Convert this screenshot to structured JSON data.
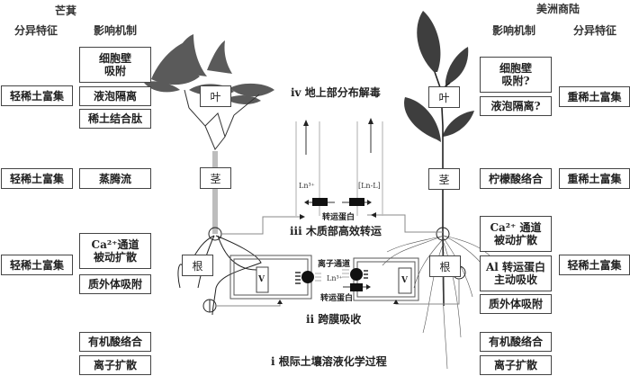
{
  "left_plant": {
    "title": "芒萁",
    "col_feature_header": "分异特征",
    "col_mechanism_header": "影响机制",
    "features": [
      "轻稀土富集",
      "轻稀土富集",
      "轻稀土富集"
    ],
    "mechanisms": {
      "leaf": [
        "细胞壁\n吸附",
        "液泡隔离",
        "稀土结合肽"
      ],
      "stem": [
        "蒸腾流"
      ],
      "root": [
        "Ca²⁺通道\n被动扩散",
        "质外体吸附"
      ],
      "soil": [
        "有机酸络合",
        "离子扩散"
      ]
    },
    "organs": {
      "leaf": "叶",
      "stem": "茎",
      "root": "根"
    }
  },
  "right_plant": {
    "title": "美洲商陆",
    "col_feature_header": "分异特征",
    "col_mechanism_header": "影响机制",
    "features": [
      "重稀土富集",
      "重稀土富集",
      "轻稀土富集"
    ],
    "mechanisms": {
      "leaf": [
        "细胞壁\n吸附?",
        "液泡隔离?"
      ],
      "stem": [
        "柠檬酸络合"
      ],
      "root": [
        "Ca²⁺ 通道\n被动扩散",
        "Al 转运蛋白\n主动吸收",
        "质外体吸附"
      ],
      "soil": [
        "有机酸络合",
        "离子扩散"
      ]
    },
    "organs": {
      "leaf": "叶",
      "stem": "茎",
      "root": "根"
    }
  },
  "center": {
    "stage_iv": "iv 地上部分布解毒",
    "stage_iii": "iii 木质部高效转运",
    "stage_ii": "ii 跨膜吸收",
    "stage_i": "i 根际土壤溶液化学过程",
    "xylem_left_label": "Ln³⁺",
    "xylem_right_label": "[Ln-L]",
    "transporter_label_top": "转运蛋白",
    "ion_channel_label": "离子通道",
    "ln_label": "Ln³⁺",
    "transporter_label_bottom": "转运蛋白",
    "vacuole_label": "V"
  }
}
